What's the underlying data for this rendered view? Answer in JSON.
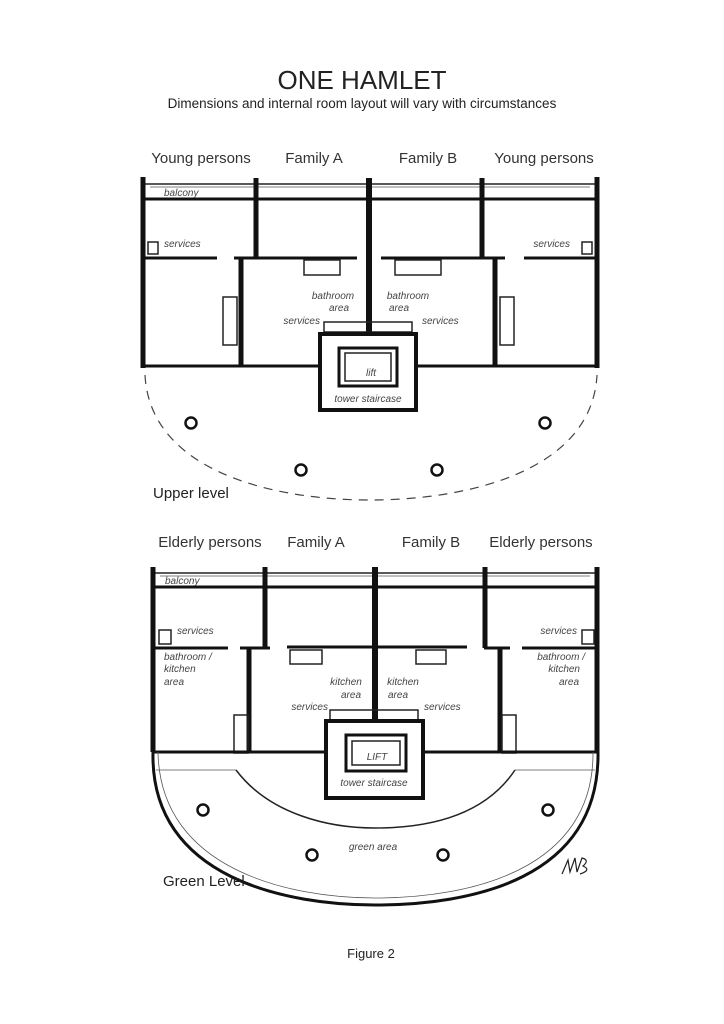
{
  "title": "ONE HAMLET",
  "subtitle": "Dimensions and internal room layout will vary with circumstances",
  "upper": {
    "columns": [
      "Young persons",
      "Family A",
      "Family B",
      "Young persons"
    ],
    "labels": {
      "balcony": "balcony",
      "services_left": "services",
      "services_right": "services",
      "bathroom_left": "bathroom",
      "area_left": "area",
      "bathroom_right": "bathroom",
      "area_right": "area",
      "services_center_left": "services",
      "services_center_right": "services",
      "lift": "lift",
      "tower": "tower staircase"
    },
    "level_name": "Upper level"
  },
  "green": {
    "columns": [
      "Elderly persons",
      "Family A",
      "Family B",
      "Elderly persons"
    ],
    "labels": {
      "balcony": "balcony",
      "services_left": "services",
      "services_right": "services",
      "bk_left_1": "bathroom /",
      "bk_left_2": "kitchen",
      "bk_left_3": "area",
      "bk_right_1": "bathroom /",
      "bk_right_2": "kitchen",
      "bk_right_3": "area",
      "kitchen_left": "kitchen",
      "kitchen_left_area": "area",
      "kitchen_right": "kitchen",
      "kitchen_right_area": "area",
      "services_center_left": "services",
      "services_center_right": "services",
      "lift": "LIFT",
      "tower": "tower staircase",
      "green_area": "green area"
    },
    "level_name": "Green Level"
  },
  "signature": "MB",
  "caption": "Figure 2"
}
